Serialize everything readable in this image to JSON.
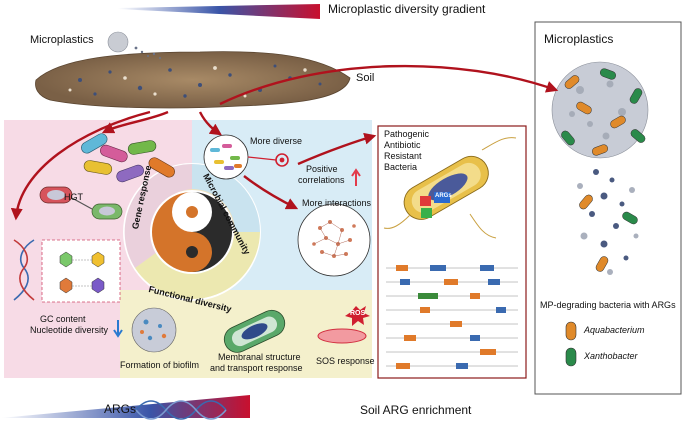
{
  "top_gradient": {
    "label": "Microplastic diversity gradient",
    "color_start": "#ffffff",
    "color_end": "#c8102e"
  },
  "bottom_gradient": {
    "left_label": "ARGs",
    "right_label": "Soil ARG enrichment",
    "color_start": "#ffffff",
    "color_end": "#1a4fa0"
  },
  "soil_scene": {
    "microplastics_label": "Microplastics",
    "soil_label": "Soil"
  },
  "center_wheel": {
    "gene_response": "Gene response",
    "microbial_community": "Microbial community",
    "functional_diversity": "Functional diversity"
  },
  "left_panel": {
    "hgt_label": "HGT",
    "gc_content": "GC content",
    "nucleotide_diversity": "Nucleotide diversity",
    "pink_bg": "#f7dbe6"
  },
  "community_panel": {
    "more_diverse": "More diverse",
    "positive_correlations_1": "Positive",
    "positive_correlations_2": "correlations",
    "more_interactions": "More interactions",
    "blue_bg": "#d8ecf6"
  },
  "functional_panel": {
    "biofilm": "Formation of biofilm",
    "membranal_1": "Membranal structure",
    "membranal_2": "and transport response",
    "sos": "SOS response",
    "ros": "ROS",
    "yellow_bg": "#f4f0cc"
  },
  "pathogen_box": {
    "line1": "Pathogenic",
    "line2": "Antibiotic",
    "line3": "Resistant",
    "line4": "Bacteria",
    "args_tag": "ARGs",
    "border": "#8b1a1a"
  },
  "right_panel": {
    "title": "Microplastics",
    "caption": "MP-degrading bacteria with ARGs",
    "legend": [
      {
        "name": "Aquabacterium",
        "color": "#e08a2a"
      },
      {
        "name": "Xanthobacter",
        "color": "#2a8a4a"
      }
    ]
  },
  "colors": {
    "arrow_red": "#b0121d",
    "panel_border": "#555555"
  }
}
